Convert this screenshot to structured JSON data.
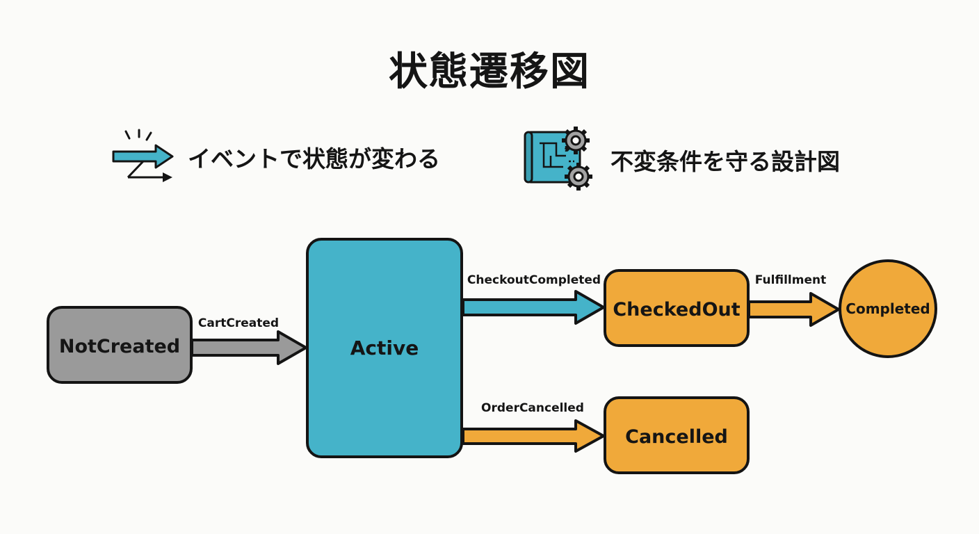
{
  "title": "状態遷移図",
  "legend": {
    "event": {
      "text": "イベントで状態が変わる",
      "icon": "event-arrows-icon"
    },
    "blueprint": {
      "text": "不変条件を守る設計図",
      "icon": "blueprint-gears-icon"
    }
  },
  "colors": {
    "gray": "#9a9a9a",
    "blue": "#45b3c9",
    "orange": "#f0a93a",
    "outline": "#141414"
  },
  "states": {
    "not_created": "NotCreated",
    "active": "Active",
    "checked_out": "CheckedOut",
    "completed": "Completed",
    "cancelled": "Cancelled"
  },
  "transitions": {
    "cart_created": "CartCreated",
    "checkout_completed": "CheckoutCompleted",
    "fulfillment": "Fulfillment",
    "order_cancelled": "OrderCancelled"
  }
}
